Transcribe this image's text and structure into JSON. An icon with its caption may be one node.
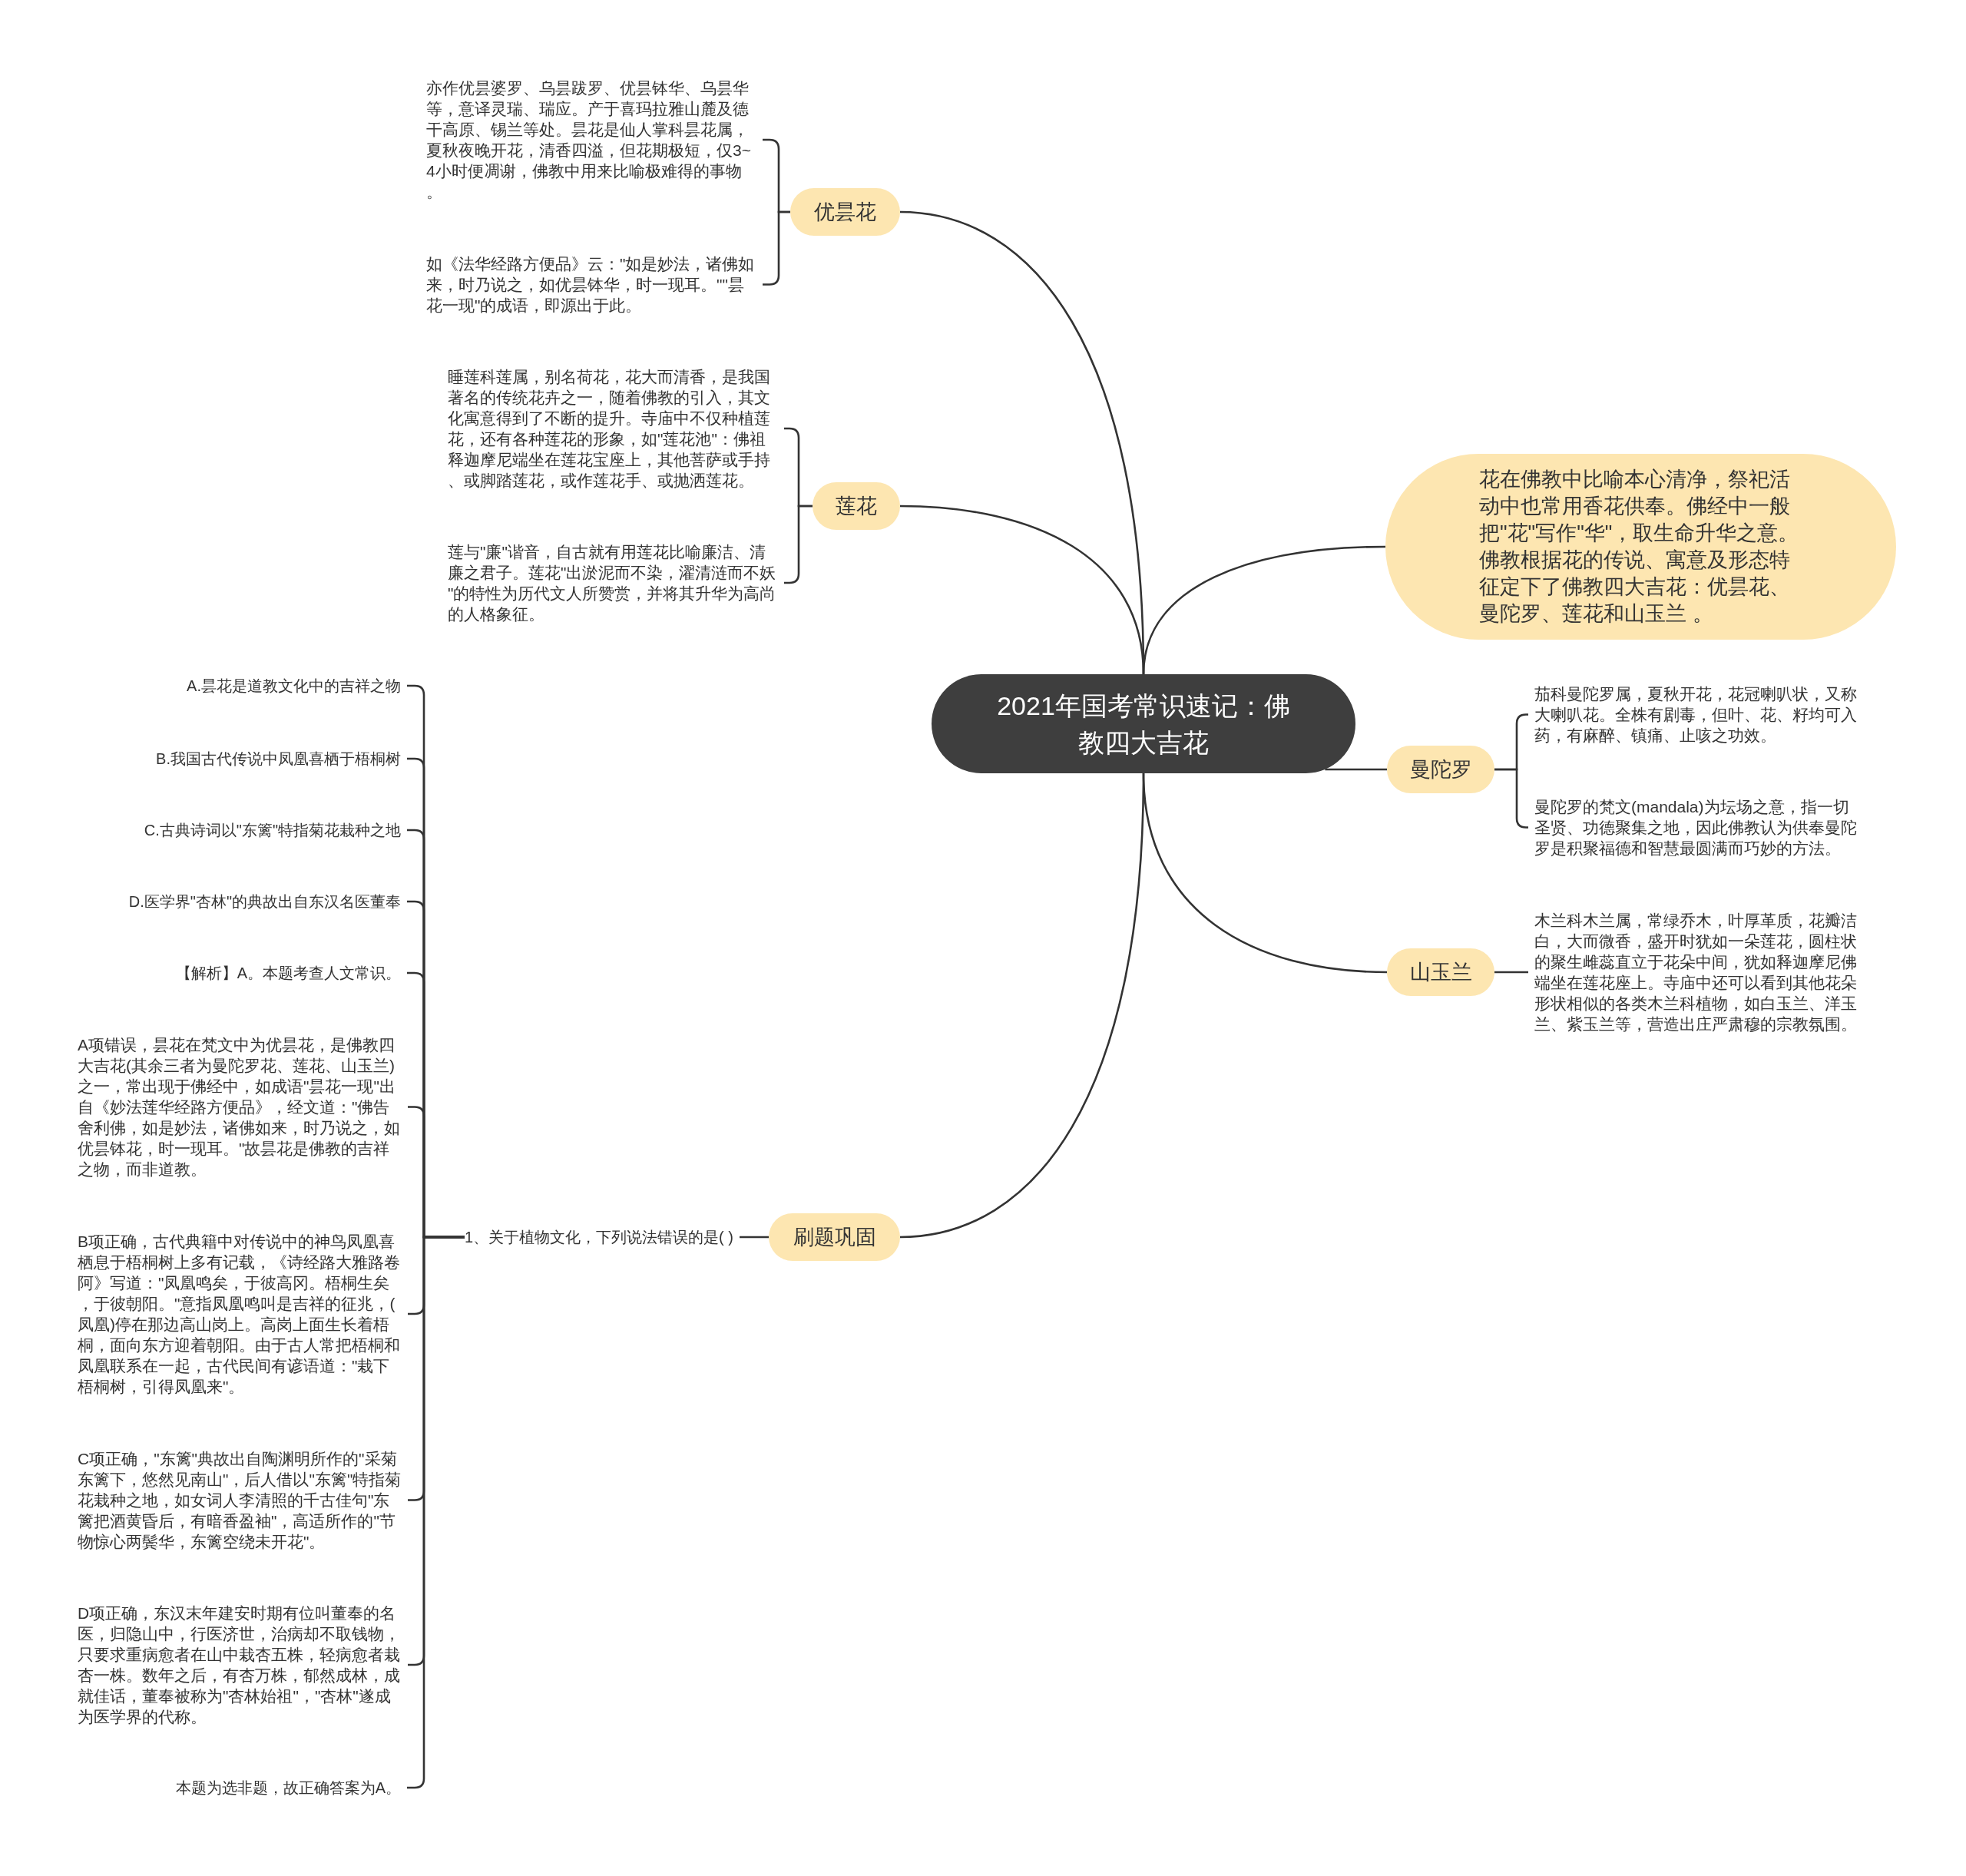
{
  "diagram": {
    "nodes": [
      {
        "text": [
          "2021年国考常识速记：佛教四大吉花"
        ]
      },
      {
        "text": [
          "优昙花"
        ]
      },
      {
        "text": [
          "亦作优昙婆罗、乌昙跋罗、优昙钵华、乌昙华等，意译灵瑞、瑞应。产于喜玛拉雅山麓及德干高原、锡兰等处。昙花是仙人掌科昙花属，夏秋夜晚开花，清香四溢，但花期极短，仅3~4小时便凋谢，佛教中用来比喻极难得的事物。"
        ]
      },
      {
        "text": [
          "如《法华经路方便品》云：\"如是妙法，诸佛如来，时乃说之，如优昙钵华，时一现耳。\"\"昙花一现\"的成语，即源出于此。"
        ]
      },
      {
        "text": [
          "莲花"
        ]
      },
      {
        "text": [
          "睡莲科莲属，别名荷花，花大而清香，是我国著名的传统花卉之一，随着佛教的引入，其文化寓意得到了不断的提升。寺庙中不仅种植莲花，还有各种莲花的形象，如\"莲花池\"：佛祖释迦摩尼端坐在莲花宝座上，其他菩萨或手持、或脚踏莲花，或作莲花手、或抛洒莲花。"
        ]
      },
      {
        "text": [
          "莲与\"廉\"谐音，自古就有用莲花比喻廉洁、清廉之君子。莲花\"出淤泥而不染，濯清涟而不妖\"的特性为历代文人所赞赏，并将其升华为高尚的人格象征。"
        ]
      },
      {
        "text": [
          "花在佛教中比喻本心清净，祭祀活动中也常用香花供奉。佛经中一般把\"花\"写作\"华\"，取生命升华之意。佛教根据花的传说、寓意及形态特征定下了佛教四大吉花：优昙花、曼陀罗、莲花和山玉兰 。"
        ]
      },
      {
        "text": [
          "曼陀罗"
        ]
      },
      {
        "text": [
          "茄科曼陀罗属，夏秋开花，花冠喇叭状，又称大喇叭花。全株有剧毒，但叶、花、籽均可入药，有麻醉、镇痛、止咳之功效。"
        ]
      },
      {
        "text": [
          "曼陀罗的梵文(mandala)为坛场之意，指一切圣贤、功德聚集之地，因此佛教认为供奉曼陀罗是积聚福德和智慧最圆满而巧妙的方法。"
        ]
      },
      {
        "text": [
          "山玉兰"
        ]
      },
      {
        "text": [
          "木兰科木兰属，常绿乔木，叶厚革质，花瓣洁白，大而微香，盛开时犹如一朵莲花，圆柱状的聚生雌蕊直立于花朵中间，犹如释迦摩尼佛端坐在莲花座上。寺庙中还可以看到其他花朵形状相似的各类木兰科植物，如白玉兰、洋玉兰、紫玉兰等，营造出庄严肃穆的宗教氛围。"
        ]
      },
      {
        "text": [
          "刷题巩固"
        ]
      },
      {
        "text": [
          "1、关于植物文化，下列说法错误的是( )"
        ]
      },
      {
        "text": [
          "A.昙花是道教文化中的吉祥之物"
        ]
      },
      {
        "text": [
          "B.我国古代传说中凤凰喜栖于梧桐树"
        ]
      },
      {
        "text": [
          "C.古典诗词以\"东篱\"特指菊花栽种之地"
        ]
      },
      {
        "text": [
          "D.医学界\"杏林\"的典故出自东汉名医董奉"
        ]
      },
      {
        "text": [
          "【解析】A。本题考查人文常识。"
        ]
      },
      {
        "text": [
          "A项错误，昙花在梵文中为优昙花，是佛教四大吉花(其余三者为曼陀罗花、莲花、山玉兰)之一，常出现于佛经中，如成语\"昙花一现\"出自《妙法莲华经路方便品》，经文道：\"佛告舍利佛，如是妙法，诸佛如来，时乃说之，如优昙钵花，时一现耳。\"故昙花是佛教的吉祥之物，而非道教。"
        ]
      },
      {
        "text": [
          "B项正确，古代典籍中对传说中的神鸟凤凰喜栖息于梧桐树上多有记载，《诗经路大雅路卷阿》写道：\"凤凰鸣矣，于彼高冈。梧桐生矣，于彼朝阳。\"意指凤凰鸣叫是吉祥的征兆，(凤凰)停在那边高山岗上。高岗上面生长着梧桐，面向东方迎着朝阳。由于古人常把梧桐和凤凰联系在一起，古代民间有谚语道：\"栽下梧桐树，引得凤凰来\"。"
        ]
      },
      {
        "text": [
          "C项正确，\"东篱\"典故出自陶渊明所作的\"采菊东篱下，悠然见南山\"，后人借以\"东篱\"特指菊花栽种之地，如女词人李清照的千古佳句\"东篱把酒黄昏后，有暗香盈袖\"，高适所作的\"节物惊心两鬓华，东篱空绕未开花\"。"
        ]
      },
      {
        "text": [
          "D项正确，东汉末年建安时期有位叫董奉的名医，归隐山中，行医济世，治病却不取钱物，只要求重病愈者在山中栽杏五株，轻病愈者栽杏一株。数年之后，有杏万株，郁然成林，成就佳话，董奉被称为\"杏林始祖\"，\"杏林\"遂成为医学界的代称。"
        ]
      },
      {
        "text": [
          "本题为选非题，故正确答案为A。"
        ]
      }
    ],
    "edges": [
      {
        "from": 0,
        "to": 1,
        "arrow": "none"
      },
      {
        "from": 1,
        "to": 2,
        "arrow": "none"
      },
      {
        "from": 1,
        "to": 3,
        "arrow": "none"
      },
      {
        "from": 0,
        "to": 4,
        "arrow": "none"
      },
      {
        "from": 4,
        "to": 5,
        "arrow": "none"
      },
      {
        "from": 4,
        "to": 6,
        "arrow": "none"
      },
      {
        "from": 0,
        "to": 7,
        "arrow": "none"
      },
      {
        "from": 0,
        "to": 8,
        "arrow": "none"
      },
      {
        "from": 8,
        "to": 9,
        "arrow": "none"
      },
      {
        "from": 8,
        "to": 10,
        "arrow": "none"
      },
      {
        "from": 0,
        "to": 11,
        "arrow": "none"
      },
      {
        "from": 11,
        "to": 12,
        "arrow": "none"
      },
      {
        "from": 0,
        "to": 13,
        "arrow": "none"
      },
      {
        "from": 13,
        "to": 14,
        "arrow": "none"
      },
      {
        "from": 14,
        "to": 15,
        "arrow": "none"
      },
      {
        "from": 14,
        "to": 16,
        "arrow": "none"
      },
      {
        "from": 14,
        "to": 17,
        "arrow": "none"
      },
      {
        "from": 14,
        "to": 18,
        "arrow": "none"
      },
      {
        "from": 14,
        "to": 19,
        "arrow": "none"
      },
      {
        "from": 14,
        "to": 20,
        "arrow": "none"
      },
      {
        "from": 14,
        "to": 21,
        "arrow": "none"
      },
      {
        "from": 14,
        "to": 22,
        "arrow": "none"
      },
      {
        "from": 14,
        "to": 23,
        "arrow": "none"
      },
      {
        "from": 14,
        "to": 24,
        "arrow": "none"
      }
    ]
  }
}
